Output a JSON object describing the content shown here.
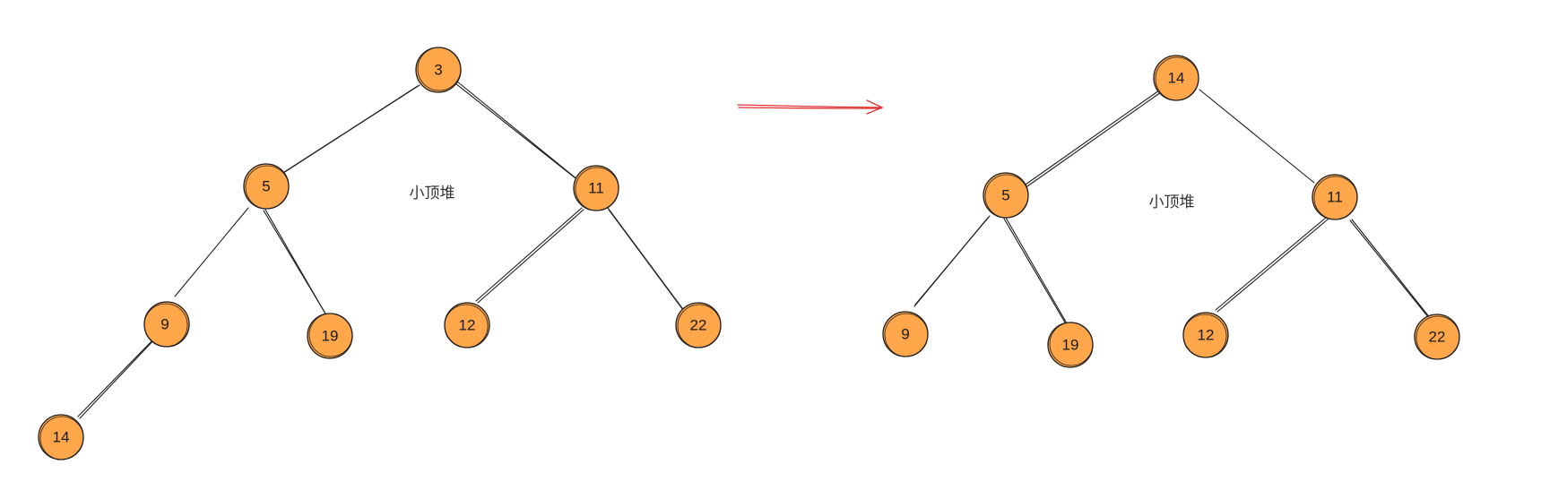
{
  "colors": {
    "node_fill": "#ffa74a",
    "node_stroke": "#1e1e1e",
    "edge": "#1e1e1e",
    "arrow": "#e03131",
    "text": "#1a1a1a"
  },
  "trees": [
    {
      "id": "before",
      "caption": "小顶堆",
      "nodes": [
        {
          "id": "n3",
          "label": "3"
        },
        {
          "id": "n5",
          "label": "5"
        },
        {
          "id": "n11",
          "label": "11"
        },
        {
          "id": "n9",
          "label": "9"
        },
        {
          "id": "n19",
          "label": "19"
        },
        {
          "id": "n12",
          "label": "12"
        },
        {
          "id": "n22",
          "label": "22"
        },
        {
          "id": "n14",
          "label": "14"
        }
      ]
    },
    {
      "id": "after",
      "caption": "小顶堆",
      "nodes": [
        {
          "id": "m14",
          "label": "14"
        },
        {
          "id": "m5",
          "label": "5"
        },
        {
          "id": "m11",
          "label": "11"
        },
        {
          "id": "m9",
          "label": "9"
        },
        {
          "id": "m19",
          "label": "19"
        },
        {
          "id": "m12",
          "label": "12"
        },
        {
          "id": "m22",
          "label": "22"
        }
      ]
    }
  ]
}
